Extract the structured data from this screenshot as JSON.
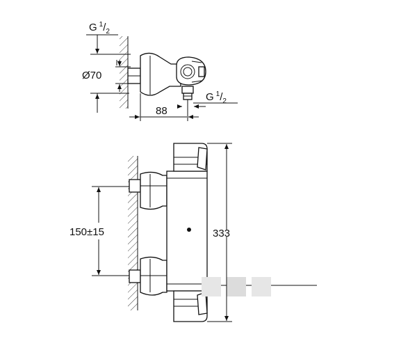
{
  "dimensions": {
    "thread_inlet": {
      "base": "G",
      "num": "1",
      "den": "2"
    },
    "thread_outlet": {
      "base": "G",
      "num": "1",
      "den": "2"
    },
    "diameter": "Ø70",
    "depth": "88",
    "centers": "150±15",
    "height": "333"
  }
}
